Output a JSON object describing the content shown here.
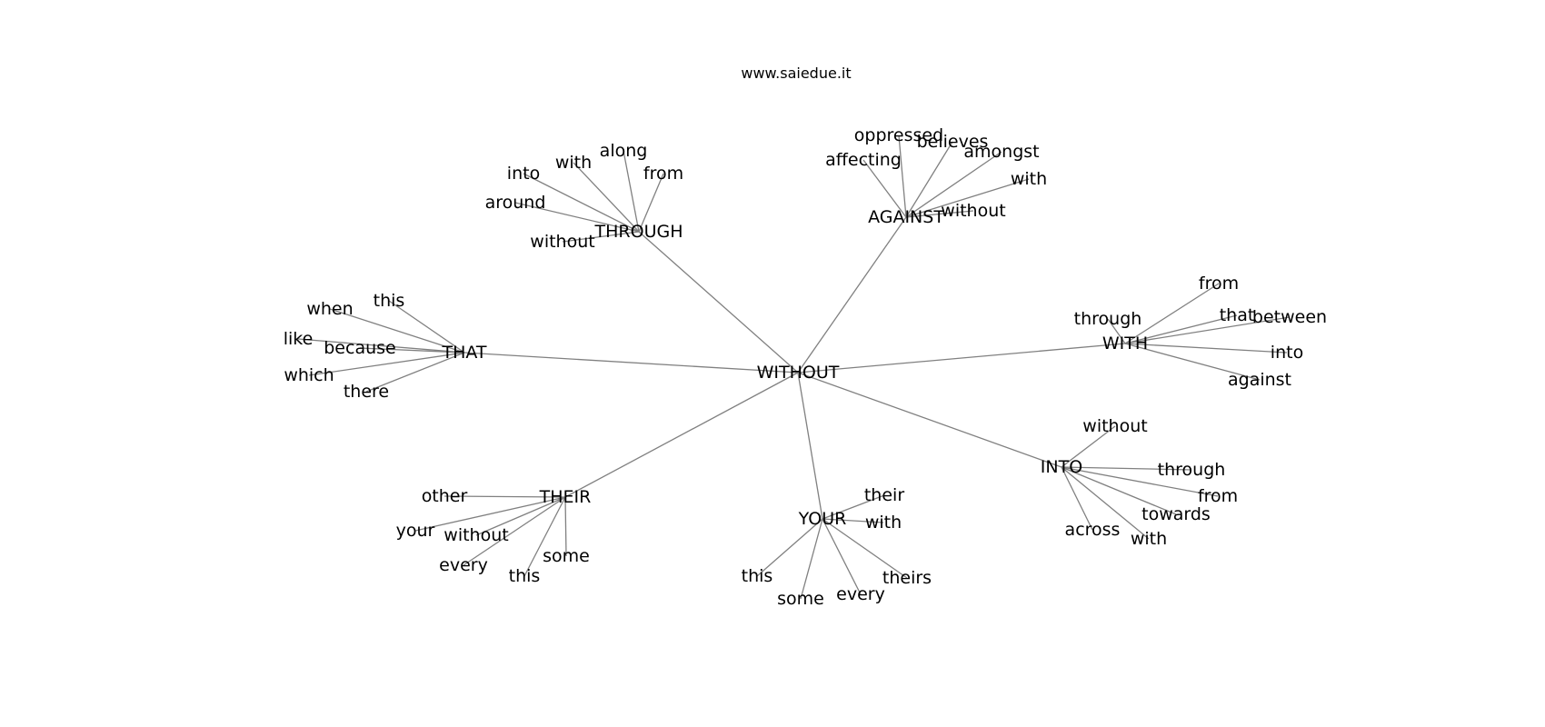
{
  "source": "www.saiedue.it",
  "graph": {
    "root": "WITHOUT",
    "hubs": [
      {
        "id": "through",
        "label": "THROUGH",
        "leaves": [
          "along",
          "with",
          "into",
          "from",
          "around",
          "without"
        ]
      },
      {
        "id": "against",
        "label": "AGAINST",
        "leaves": [
          "oppressed",
          "believes",
          "affecting",
          "amongst",
          "with",
          "without"
        ]
      },
      {
        "id": "that",
        "label": "THAT",
        "leaves": [
          "this",
          "when",
          "like",
          "because",
          "which",
          "there"
        ]
      },
      {
        "id": "with",
        "label": "WITH",
        "leaves": [
          "from",
          "through",
          "that",
          "between",
          "into",
          "against"
        ]
      },
      {
        "id": "into",
        "label": "INTO",
        "leaves": [
          "without",
          "through",
          "from",
          "towards",
          "across",
          "with"
        ]
      },
      {
        "id": "their",
        "label": "THEIR",
        "leaves": [
          "other",
          "your",
          "without",
          "some",
          "every",
          "this"
        ]
      },
      {
        "id": "your",
        "label": "YOUR",
        "leaves": [
          "their",
          "with",
          "this",
          "theirs",
          "every",
          "some"
        ]
      }
    ]
  }
}
